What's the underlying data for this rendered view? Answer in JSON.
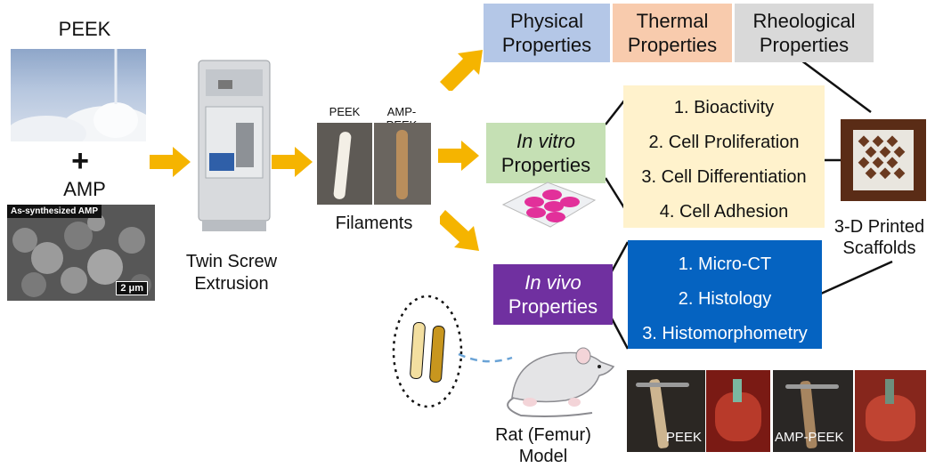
{
  "inputs": {
    "peek_label": "PEEK",
    "plus": "+",
    "amp_label": "AMP",
    "sem_caption": "As-synthesized AMP",
    "scale_bar": "2 μm"
  },
  "extrusion": {
    "label_line1": "Twin Screw",
    "label_line2": "Extrusion"
  },
  "filaments": {
    "peek_tag": "PEEK",
    "amp_peek_tag": "AMP-PEEK",
    "caption": "Filaments"
  },
  "top_properties": [
    {
      "line1": "Physical",
      "line2": "Properties",
      "color": "#b4c7e7"
    },
    {
      "line1": "Thermal",
      "line2": "Properties",
      "color": "#f8cbad"
    },
    {
      "line1": "Rheological",
      "line2": "Properties",
      "color": "#d9d9d9"
    }
  ],
  "in_vitro": {
    "title_italic": "In vitro",
    "title_rest": "Properties",
    "color": "#c5e0b4",
    "list_color": "#fff2cc",
    "items": [
      "1.  Bioactivity",
      "2.  Cell Proliferation",
      "3.  Cell Differentiation",
      "4.  Cell Adhesion"
    ]
  },
  "in_vivo": {
    "title_italic": "In vivo",
    "title_rest": "Properties",
    "color": "#7030a0",
    "list_color": "#0563c1",
    "items": [
      "1. Micro-CT",
      "2. Histology",
      "3. Histomorphometry"
    ]
  },
  "scaffold": {
    "line1": "3-D Printed",
    "line2": "Scaffolds"
  },
  "rat": {
    "line1": "Rat (Femur)",
    "line2": "Model"
  },
  "implant_photos": {
    "peek_tag": "PEEK",
    "amp_peek_tag": "AMP-PEEK"
  },
  "colors": {
    "arrow": "#f5b400"
  }
}
